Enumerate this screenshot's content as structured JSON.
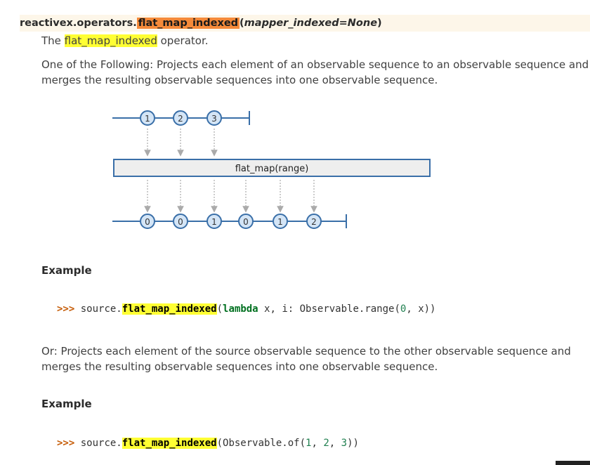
{
  "signature": {
    "module": "reactivex.operators.",
    "name": "flat_map_indexed",
    "open_paren": "(",
    "params": "mapper_indexed=None",
    "close_paren": ")"
  },
  "intro": {
    "prefix": "The ",
    "name": "flat_map_indexed",
    "suffix": " operator."
  },
  "para1": {
    "line1": "One of the Following: Projects each element of an observable sequence to an observable sequence and",
    "line2": "merges the resulting observable sequences into one observable sequence."
  },
  "diagram": {
    "top_marbles": [
      "1",
      "2",
      "3"
    ],
    "operator_label": "flat_map(range)",
    "bottom_marbles": [
      "0",
      "0",
      "1",
      "0",
      "1",
      "2"
    ],
    "colors": {
      "line": "#3a6fa8",
      "marble_fill": "#d4e5f6",
      "arrow": "#aaaaaa",
      "box_fill": "#eeeeee",
      "box_stroke": "#3a6fa8"
    }
  },
  "example1": {
    "heading": "Example",
    "prompt": ">>>",
    "pre": " source.",
    "fn": "flat_map_indexed",
    "lparen": "(",
    "kw": "lambda",
    "mid": " x, i: Observable.range(",
    "n0": "0",
    "tail": ", x))"
  },
  "para2": {
    "line1": "Or: Projects each element of the source observable sequence to the other observable sequence and",
    "line2": "merges the resulting observable sequences into one observable sequence."
  },
  "example2": {
    "heading": "Example",
    "prompt": ">>>",
    "pre": " source.",
    "fn": "flat_map_indexed",
    "mid": "(Observable.of(",
    "n1": "1",
    "c1": ", ",
    "n2": "2",
    "c2": ", ",
    "n3": "3",
    "tail": "))"
  }
}
